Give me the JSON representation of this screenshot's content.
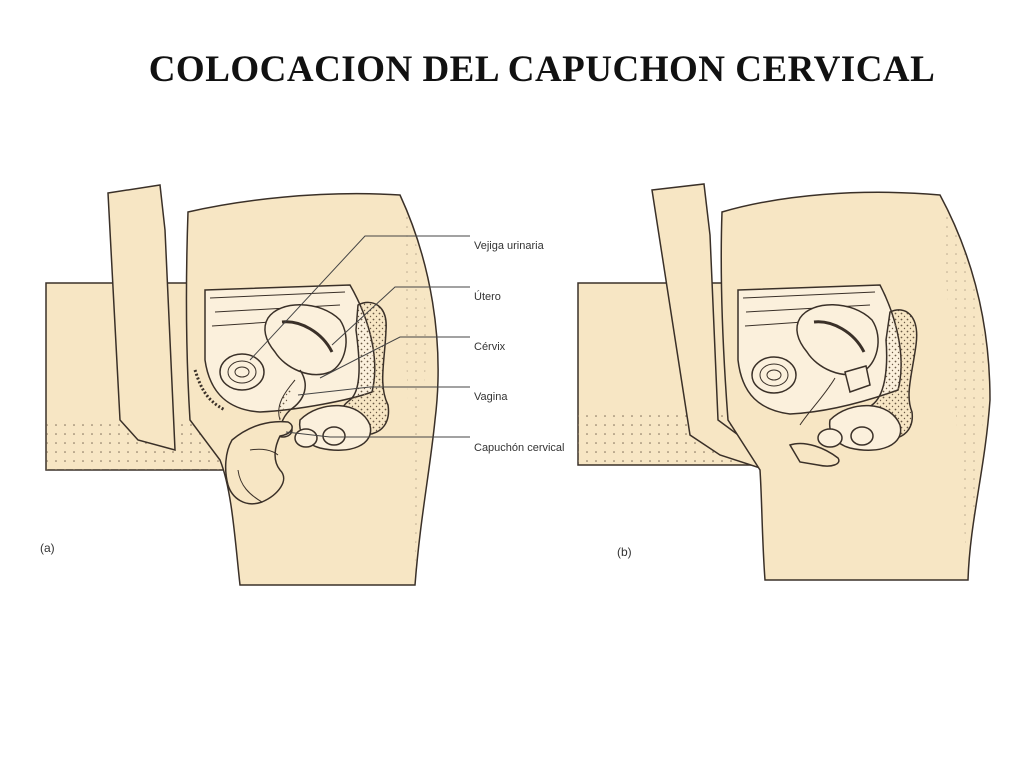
{
  "title": "COLOCACION DEL CAPUCHON CERVICAL",
  "panels": [
    {
      "id": "a",
      "label": "(a)"
    },
    {
      "id": "b",
      "label": "(b)"
    }
  ],
  "labels": [
    {
      "key": "bladder",
      "text": "Vejiga urinaria"
    },
    {
      "key": "uterus",
      "text": "Útero"
    },
    {
      "key": "cervix",
      "text": "Cérvix"
    },
    {
      "key": "vagina",
      "text": "Vagina"
    },
    {
      "key": "cap",
      "text": "Capuchón cervical"
    }
  ],
  "colors": {
    "skin": "#f7e6c4",
    "outline": "#3a3028",
    "stipple": "#6b5a46",
    "leader": "#444444"
  }
}
